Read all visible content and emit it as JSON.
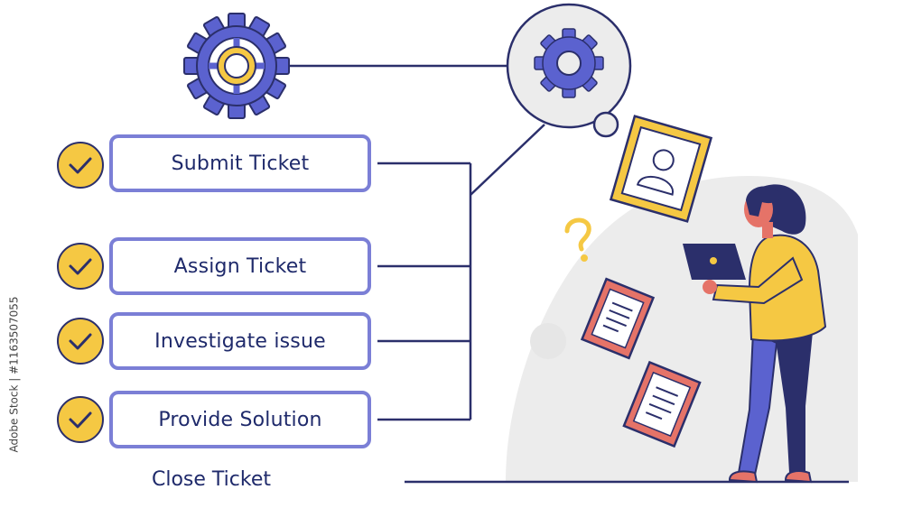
{
  "steps": [
    {
      "label": "Submit Ticket",
      "checked": true
    },
    {
      "label": "Assign Ticket",
      "checked": true
    },
    {
      "label": "Investigate issue",
      "checked": true
    },
    {
      "label": "Provide Solution",
      "checked": true
    }
  ],
  "final_step": "Close Ticket",
  "stock_id": "Adobe Stock | #1163507055",
  "icons": {
    "top_gear": "gear-icon",
    "bubble_gear": "gear-icon",
    "check": "checkmark-icon",
    "question": "question-mark-icon",
    "id_card": "profile-frame-icon",
    "docs": "document-icon",
    "laptop": "laptop-icon"
  },
  "colors": {
    "accent_blue": "#5b62cf",
    "outline_navy": "#2b2f6b",
    "yellow": "#f5c843",
    "coral": "#e57368",
    "box_border": "#7b7fd6"
  }
}
